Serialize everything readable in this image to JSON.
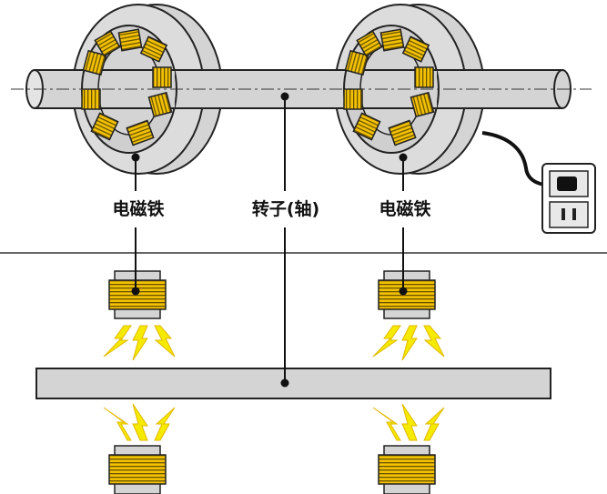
{
  "labels": {
    "electromagnet_left": "电磁铁",
    "rotor_shaft": "转子(轴)",
    "electromagnet_right": "电磁铁"
  },
  "colors": {
    "coil_yellow": "#f2c200",
    "coil_stripe": "#6b5200",
    "body_gray": "#d4d4d4",
    "outline": "#222222",
    "spark_yellow": "#f5ea00"
  }
}
